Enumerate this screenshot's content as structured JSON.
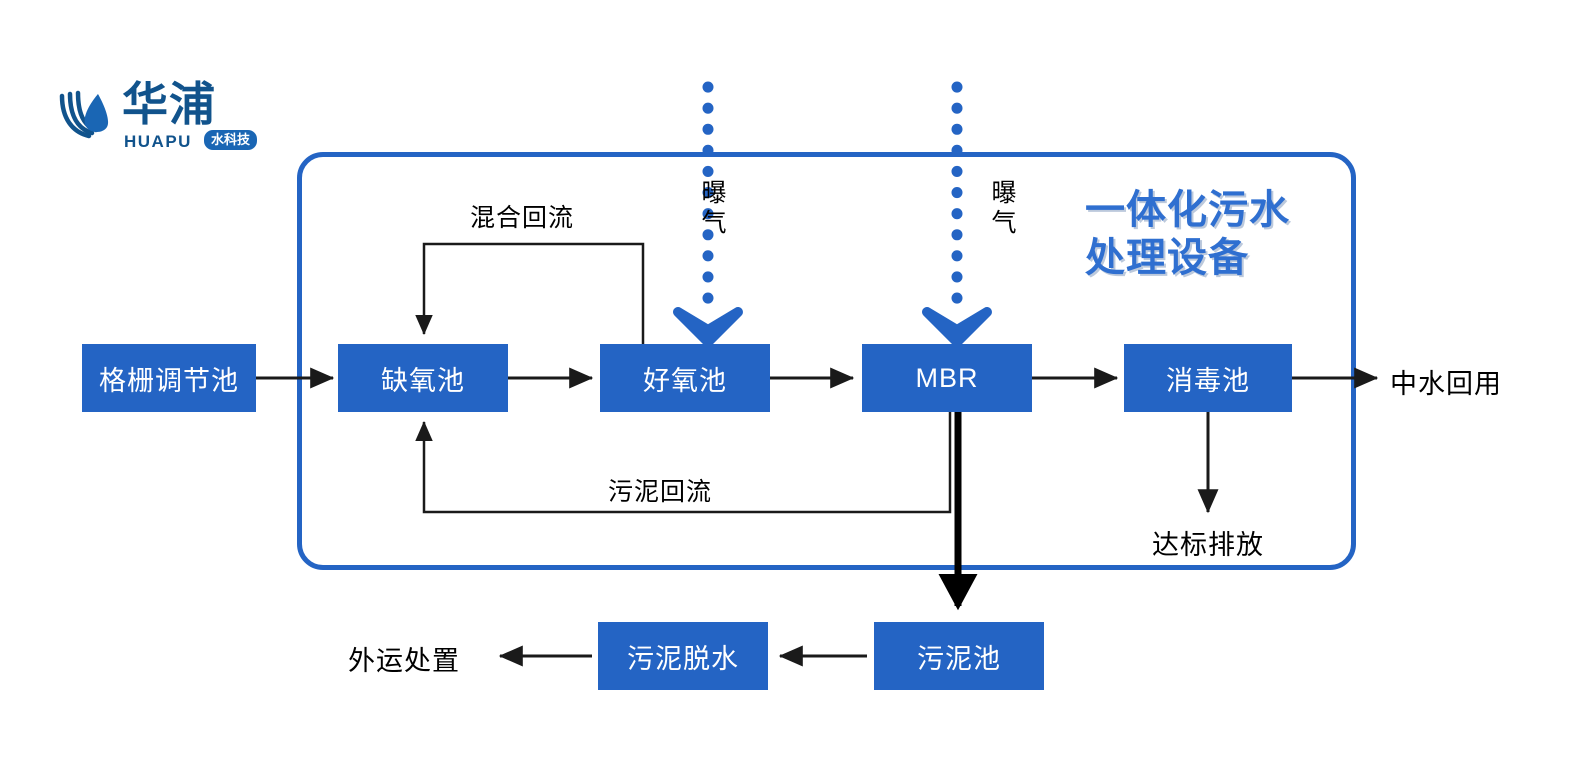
{
  "logo": {
    "cn": "华浦",
    "en": "HUAPU",
    "badge": "水科技",
    "mark_name": "water-drop-waves-logo"
  },
  "equipment": {
    "title_line1": "一体化污水",
    "title_line2": "处理设备",
    "accent_color": "#2f6fd0"
  },
  "colors": {
    "box_blue": "#2464c4",
    "enclosure_blue": "#2464c4",
    "logo_blue": "#11538c",
    "arrow_black": "#1a1a1a"
  },
  "nodes": [
    {
      "id": "grille",
      "label": "格栅调节池",
      "kind": "box"
    },
    {
      "id": "anoxic",
      "label": "缺氧池",
      "kind": "box"
    },
    {
      "id": "aerobic",
      "label": "好氧池",
      "kind": "box"
    },
    {
      "id": "mbr",
      "label": "MBR",
      "kind": "box"
    },
    {
      "id": "disinfect",
      "label": "消毒池",
      "kind": "box"
    },
    {
      "id": "reuse",
      "label": "中水回用",
      "kind": "text"
    },
    {
      "id": "discharge",
      "label": "达标排放",
      "kind": "text"
    },
    {
      "id": "sludge_tank",
      "label": "污泥池",
      "kind": "box"
    },
    {
      "id": "dewater",
      "label": "污泥脱水",
      "kind": "box"
    },
    {
      "id": "haul_away",
      "label": "外运处置",
      "kind": "text"
    }
  ],
  "edge_labels": {
    "mixed_return": "混合回流",
    "sludge_return": "污泥回流",
    "aeration_1": "曝气",
    "aeration_2": "曝气"
  }
}
